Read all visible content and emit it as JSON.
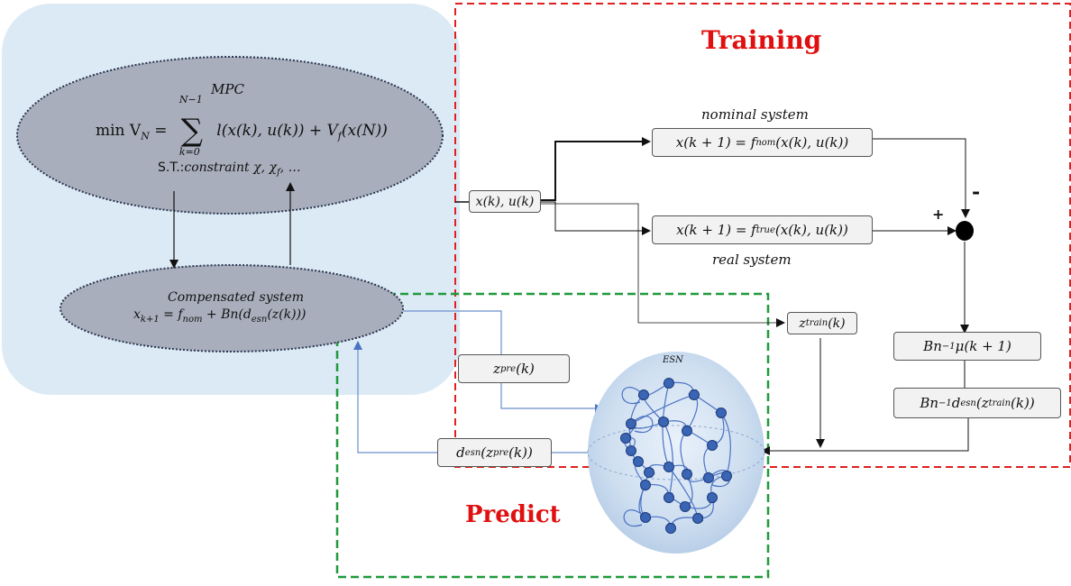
{
  "sections": {
    "training": "Training",
    "predict": "Predict"
  },
  "mpc": {
    "title": "MPC",
    "min_label": "min V",
    "min_sub": "N",
    "eq": "=",
    "sum_top": "N−1",
    "sum_bottom": "k=0",
    "objective": "l(x(k), u(k)) + V",
    "objective_sub": "f",
    "objective_end": "(x(N))",
    "st_prefix": "S.T.:",
    "st_body": "constraint  χ, χ",
    "st_sub": "f",
    "st_end": ", …"
  },
  "compensated": {
    "title": "Compensated system",
    "eq_x": "x",
    "eq_x_sub": "k+1",
    "eq_mid": " = f",
    "eq_f_sub": "nom",
    "eq_end": " + Bn(d",
    "eq_d_sub": "esn",
    "eq_tail": "(z(k)))"
  },
  "nominal": {
    "label": "nominal system",
    "eq": "x(k + 1) = f",
    "eq_sub": "nom",
    "eq_end": "(x(k), u(k))"
  },
  "real": {
    "label": "real system",
    "eq": "x(k + 1) = f",
    "eq_sub": "true",
    "eq_end": "(x(k), u(k))"
  },
  "input_box": "x(k), u(k)",
  "z_train": {
    "base": "z",
    "sup": "train",
    "end": "(k)"
  },
  "z_pre": {
    "base": "z",
    "sup": "pre",
    "end": "(k)"
  },
  "bn_mu": {
    "base": "Bn",
    "sup": "−1",
    "end": "μ(k + 1)"
  },
  "bn_d": {
    "base": "Bn",
    "sup": "−1",
    "d": "d",
    "d_sub": "esn",
    "z": "(z",
    "z_sup": "train",
    "end": "(k))"
  },
  "d_pre": {
    "d": "d",
    "d_sub": "esn",
    "z": "(z",
    "z_sup": "pre",
    "end": "(k))"
  },
  "esn_label": "ESN",
  "sign_plus": "+",
  "sign_minus": "-",
  "colors": {
    "mpc_region": "#dceaf5",
    "ellipse_fill": "#a8aebb",
    "training_border": "#e02020",
    "predict_border": "#1f9a3c",
    "section_title": "#e01010",
    "esn_node": "#3a64b4",
    "esn_edge": "#4a72c4",
    "blue_line": "#6b8fcc"
  }
}
